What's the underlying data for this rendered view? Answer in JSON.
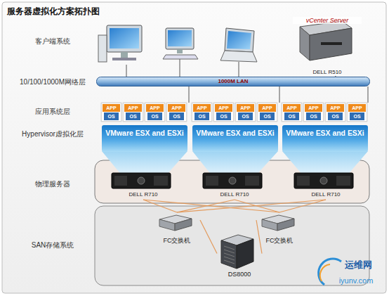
{
  "diagram": {
    "title": "服务器虚拟化方案拓扑图",
    "nodes": [
      {
        "text": [
          "vCenter Server",
          "DELL R510"
        ]
      },
      {
        "text": [
          "1000M LAN"
        ]
      },
      {
        "text": [
          "APP",
          "OS"
        ]
      },
      {
        "text": [
          "APP",
          "OS"
        ]
      },
      {
        "text": [
          "APP",
          "OS"
        ]
      },
      {
        "text": [
          "APP",
          "OS"
        ]
      },
      {
        "text": [
          "APP",
          "OS"
        ]
      },
      {
        "text": [
          "APP",
          "OS"
        ]
      },
      {
        "text": [
          "APP",
          "OS"
        ]
      },
      {
        "text": [
          "APP",
          "OS"
        ]
      },
      {
        "text": [
          "APP",
          "OS"
        ]
      },
      {
        "text": [
          "APP",
          "OS"
        ]
      },
      {
        "text": [
          "APP",
          "OS"
        ]
      },
      {
        "text": [
          "APP",
          "OS"
        ]
      },
      {
        "text": [
          "VMware ESX and ESXi"
        ]
      },
      {
        "text": [
          "VMware ESX and ESXi"
        ]
      },
      {
        "text": [
          "VMware ESX and ESXi"
        ]
      },
      {
        "text": [
          "DELL R710"
        ]
      },
      {
        "text": [
          "DELL R710"
        ]
      },
      {
        "text": [
          "DELL R710"
        ]
      },
      {
        "text": [
          "FC交换机"
        ]
      },
      {
        "text": [
          "FC交换机"
        ]
      },
      {
        "text": [
          "DS8000"
        ]
      }
    ],
    "edges": [
      {
        "from": 0,
        "to": 1,
        "arrow": "none"
      },
      {
        "from": 17,
        "to": 20,
        "arrow": "none"
      },
      {
        "from": 17,
        "to": 21,
        "arrow": "none"
      },
      {
        "from": 18,
        "to": 20,
        "arrow": "none"
      },
      {
        "from": 18,
        "to": 21,
        "arrow": "none"
      },
      {
        "from": 19,
        "to": 20,
        "arrow": "none"
      },
      {
        "from": 19,
        "to": 21,
        "arrow": "none"
      },
      {
        "from": 20,
        "to": 22,
        "arrow": "none"
      },
      {
        "from": 21,
        "to": 22,
        "arrow": "none"
      }
    ],
    "labels": [
      "客户端系统",
      "10/100/1000M网络层",
      "应用系统层",
      "Hypervisor虚拟化层",
      "物理服务器",
      "SAN存储系统",
      "运维网",
      "iyunv.com"
    ]
  }
}
